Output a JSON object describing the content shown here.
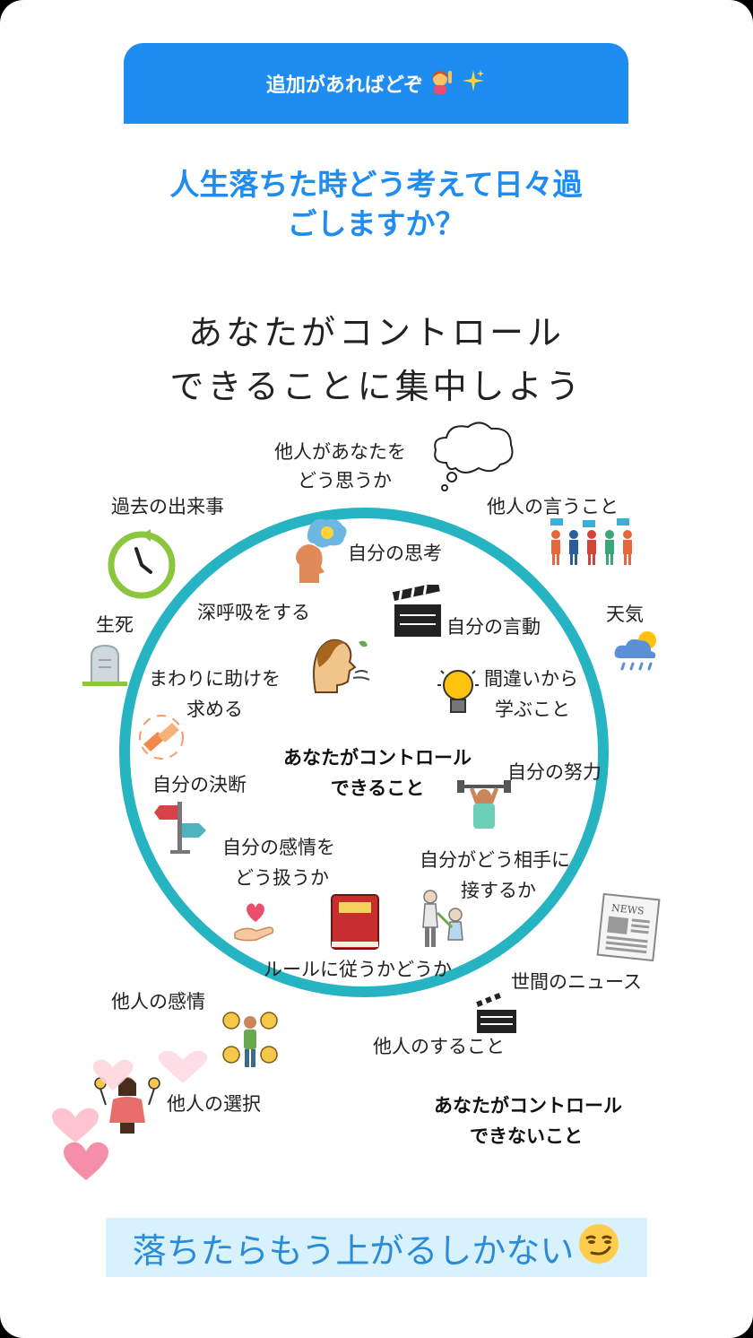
{
  "question": {
    "prompt": "追加があればどぞ",
    "text_line1": "人生落ちた時どう考えて日々過",
    "text_line2": "ごしますか？"
  },
  "poster": {
    "title_line1": "あなたがコントロール",
    "title_line2": "できることに集中しよう",
    "center_line1": "あなたがコントロール",
    "center_line2": "できること",
    "outside_line1": "あなたがコントロール",
    "outside_line2": "できないこと",
    "inside": {
      "self_thought": "自分の思考",
      "deep_breath": "深呼吸をする",
      "own_words": "自分の言動",
      "ask_help_1": "まわりに助けを",
      "ask_help_2": "求める",
      "mistakes_1": "間違いから",
      "mistakes_2": "学ぶこと",
      "effort": "自分の努力",
      "decision": "自分の決断",
      "emotion_1": "自分の感情を",
      "emotion_2": "どう扱うか",
      "treat_1": "自分がどう相手に",
      "treat_2": "接するか",
      "rules": "ルールに従うかどうか"
    },
    "outside": {
      "others_think_1": "他人があなたを",
      "others_think_2": "どう思うか",
      "past": "過去の出来事",
      "others_say": "他人の言うこと",
      "life_death": "生死",
      "weather": "天気",
      "news": "世間のニュース",
      "others_feelings": "他人の感情",
      "others_do": "他人のすること",
      "others_choice": "他人の選択"
    }
  },
  "answer": {
    "text": "落ちたらもう上がるしかない"
  },
  "colors": {
    "accent_blue": "#1e8cf0",
    "ring_teal": "#27b4c2",
    "answer_bg": "#d7f2fd",
    "answer_text": "#2d8bd6"
  }
}
